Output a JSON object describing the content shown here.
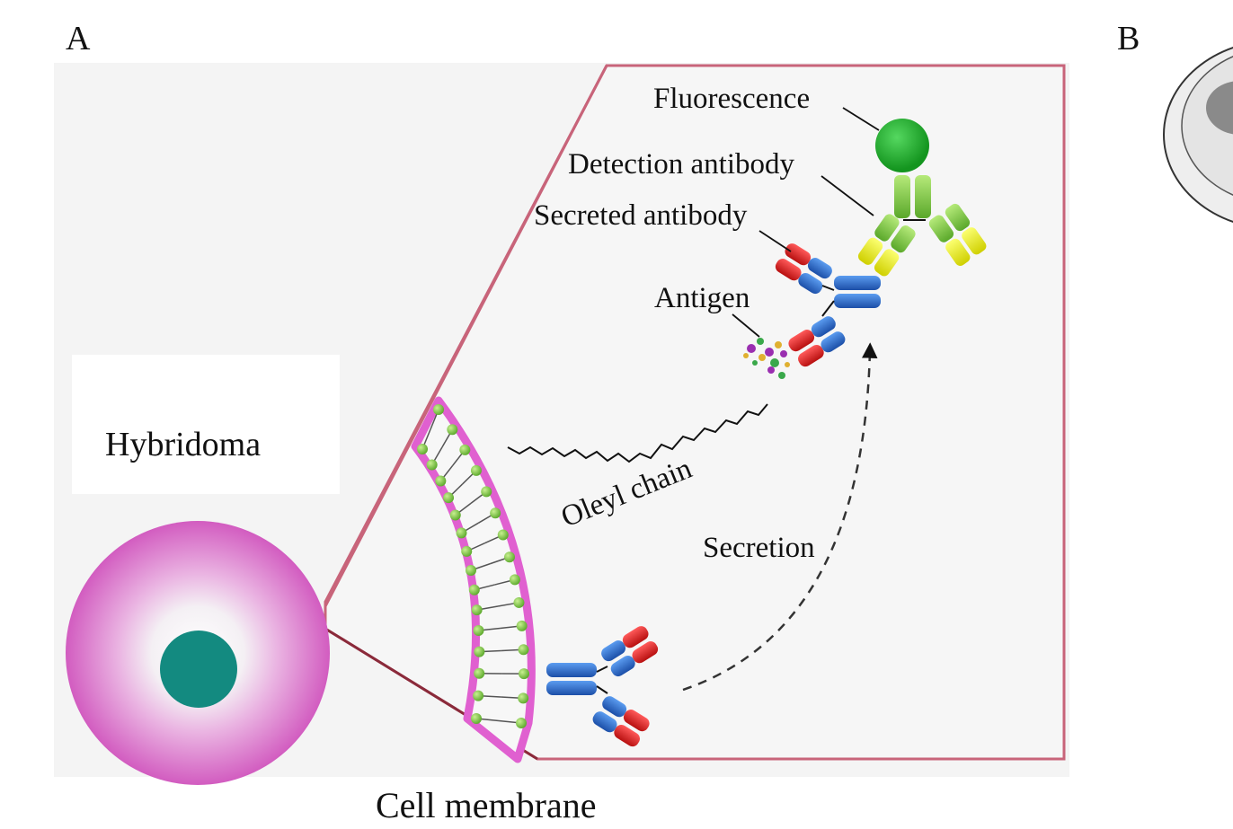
{
  "panels": {
    "a_label": "A",
    "b_label": "B"
  },
  "labels": {
    "hybridoma": "Hybridoma",
    "fluorescence": "Fluorescence",
    "detection_antibody": "Detection antibody",
    "secreted_antibody": "Secreted antibody",
    "antigen": "Antigen",
    "oleyl_chain": "Oleyl chain",
    "secretion": "Secretion",
    "cell_membrane": "Cell membrane"
  },
  "colors": {
    "background_panel": "#f4f4f4",
    "zoom_frame": "#c8647a",
    "membrane": "#e060d0",
    "lipid_head": "#7dc63c",
    "cell_outer": "#d663c4",
    "cell_inner": "#f2f2f2",
    "nucleus": "#138a80",
    "antibody_blue": "#2e6fd0",
    "antibody_red": "#e02424",
    "antibody_yellow": "#f0f020",
    "antibody_green": "#8ad04a",
    "fluorophore": "#1faa2a"
  }
}
